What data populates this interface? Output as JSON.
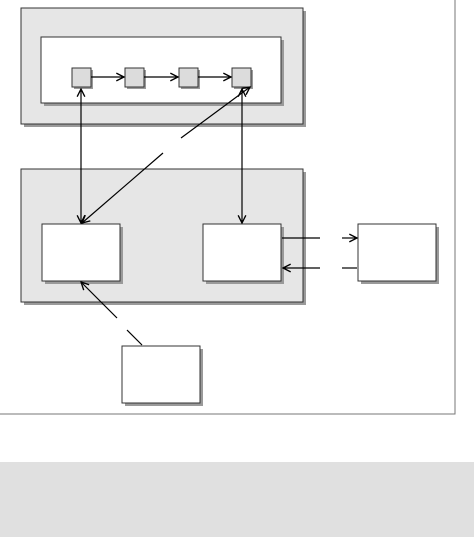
{
  "colors": {
    "canvas_border": "#777777",
    "panel_fill": "#e6e6e6",
    "panel_stroke": "#333333",
    "box_fill": "#ffffff",
    "node_fill": "#dcdcdc",
    "shadow": "#9a9a9a",
    "line": "#000000",
    "footer_fill": "#e0e0e0"
  },
  "diagram": {
    "containers": [
      {
        "name": "top-container",
        "contains": [
          "pipeline-frame"
        ]
      },
      {
        "name": "middle-container",
        "contains": [
          "left-box",
          "right-box"
        ]
      }
    ],
    "boxes": [
      "pipeline-frame",
      "left-box",
      "right-box",
      "external-box",
      "bottom-box"
    ],
    "pipeline_nodes": [
      "node-1",
      "node-2",
      "node-3",
      "node-4"
    ],
    "connections": [
      {
        "from": "node-1",
        "to": "node-2",
        "style": "solid",
        "arrow": "end"
      },
      {
        "from": "node-2",
        "to": "node-3",
        "style": "solid",
        "arrow": "end"
      },
      {
        "from": "node-3",
        "to": "node-4",
        "style": "solid",
        "arrow": "end"
      },
      {
        "from": "node-1",
        "to": "left-box",
        "style": "solid",
        "arrow": "both"
      },
      {
        "from": "node-4",
        "to": "right-box",
        "style": "solid",
        "arrow": "both"
      },
      {
        "from": "node-4",
        "to": "left-box",
        "style": "gapped",
        "arrow": "both"
      },
      {
        "from": "right-box",
        "to": "external-box",
        "style": "gapped",
        "arrow": "end"
      },
      {
        "from": "external-box",
        "to": "right-box",
        "style": "gapped",
        "arrow": "end"
      },
      {
        "from": "bottom-box",
        "to": "left-box",
        "style": "gapped",
        "arrow": "end"
      }
    ]
  }
}
